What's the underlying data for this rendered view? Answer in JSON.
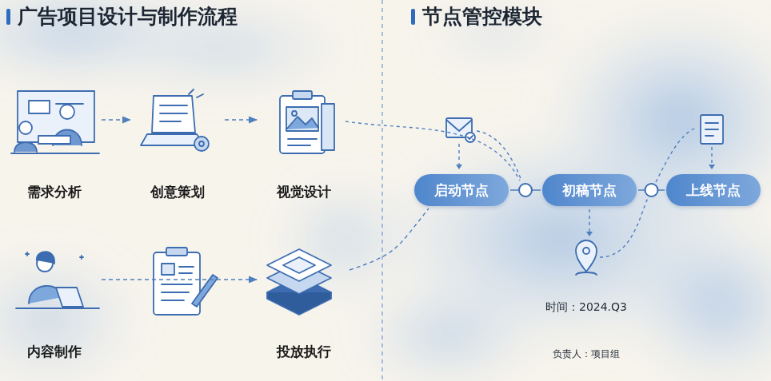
{
  "diagram": {
    "title": "广告项目设计与制作流程",
    "nodes": [
      {
        "text": [
          "需求分析"
        ]
      },
      {
        "text": [
          "创意策划"
        ]
      },
      {
        "text": [
          "视觉设计"
        ]
      },
      {
        "text": [
          "内容制作"
        ]
      },
      {
        "text": [
          "投放执行"
        ]
      },
      {
        "text": [
          "启动节点"
        ]
      },
      {
        "text": [
          "初稿节点"
        ]
      },
      {
        "text": [
          "上线节点"
        ]
      }
    ],
    "edges": [
      {
        "from": 0,
        "to": 1,
        "arrow": "to"
      },
      {
        "from": 1,
        "to": 2,
        "arrow": "to"
      },
      {
        "from": 3,
        "to": 4,
        "arrow": "to"
      },
      {
        "from": 4,
        "to": 5,
        "arrow": "none"
      },
      {
        "from": 5,
        "to": 6,
        "arrow": "none"
      },
      {
        "from": 6,
        "to": 7,
        "arrow": "none"
      }
    ],
    "labels": [
      "节点管控模块",
      "时间：2024.Q3",
      "负责人：项目组"
    ]
  }
}
